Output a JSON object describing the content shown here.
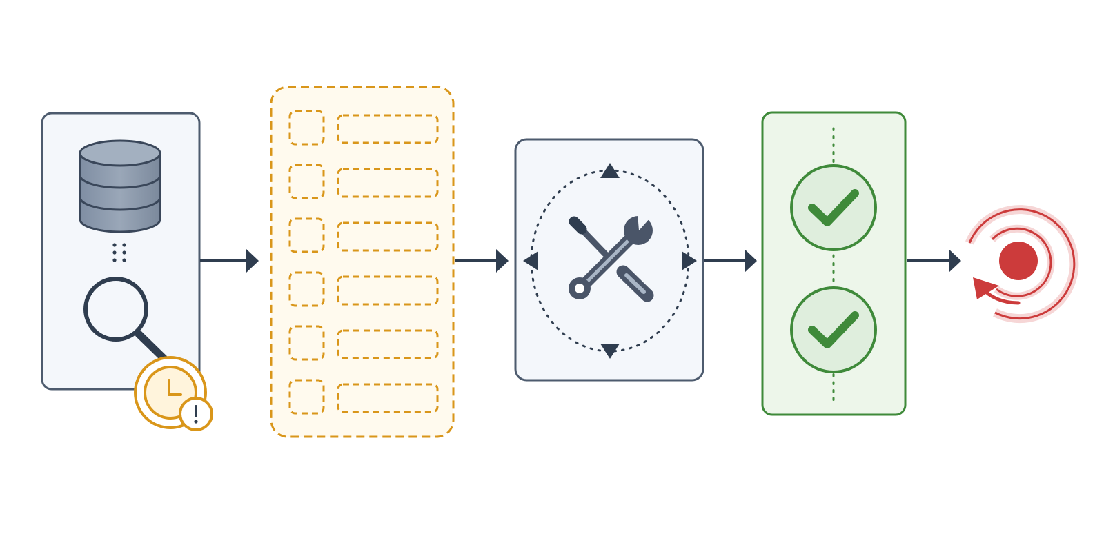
{
  "diagram": {
    "type": "pipeline-flow",
    "stages": [
      {
        "id": "query-source",
        "icons": [
          "database-icon",
          "magnifier-icon",
          "clock-alert-icon"
        ]
      },
      {
        "id": "pending-checklist",
        "rows": 6,
        "style": "dashed-placeholder"
      },
      {
        "id": "maintenance",
        "icons": [
          "wrench-icon",
          "screwdriver-icon",
          "rotation-cycle-icon"
        ]
      },
      {
        "id": "verification",
        "checks": 2,
        "icons": [
          "check-circle-icon",
          "check-circle-icon"
        ]
      },
      {
        "id": "repeat-target",
        "icons": [
          "target-icon",
          "loop-arrow-icon"
        ]
      }
    ],
    "connectors": 4,
    "colors": {
      "ink": "#2f3d4f",
      "slate": "#4d5b6e",
      "panel_fill": "#f4f7fb",
      "amber": "#d9961a",
      "amber_fill": "#fffaee",
      "green": "#3f8a3a",
      "green_fill": "#edf6ea",
      "red": "#cc3b3b"
    }
  }
}
